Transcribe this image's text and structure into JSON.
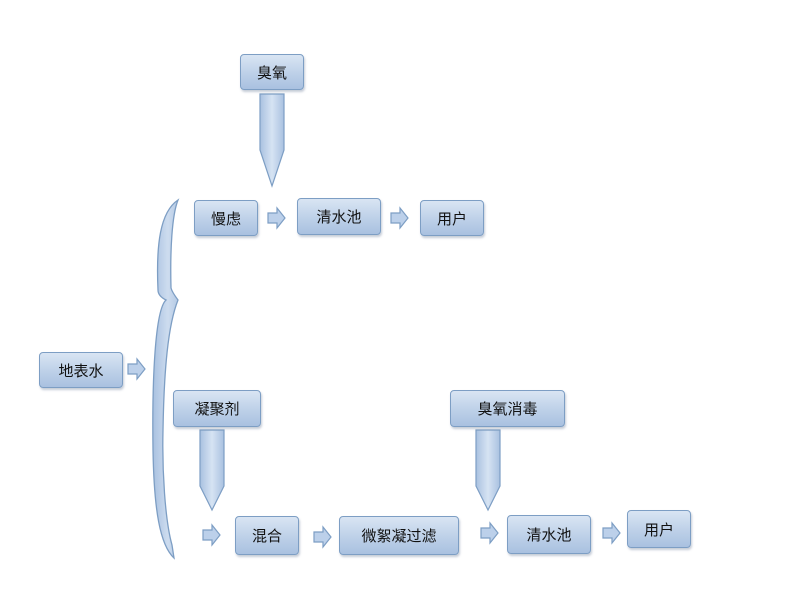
{
  "diagram": {
    "source": "地表水",
    "top_branch": {
      "input": "臭氧",
      "steps": [
        "慢虑",
        "清水池",
        "用户"
      ]
    },
    "bottom_branch": {
      "coagulant": "凝聚剂",
      "disinfection": "臭氧消毒",
      "steps": [
        "混合",
        "微絮凝过滤",
        "清水池",
        "用户"
      ]
    }
  },
  "colors": {
    "node_fill_top": "#d9e5f3",
    "node_fill_bottom": "#a9c1e0",
    "node_border": "#7d9ec4",
    "arrow_fill": "#bcd0ea",
    "arrow_stroke": "#7d9ec4"
  }
}
